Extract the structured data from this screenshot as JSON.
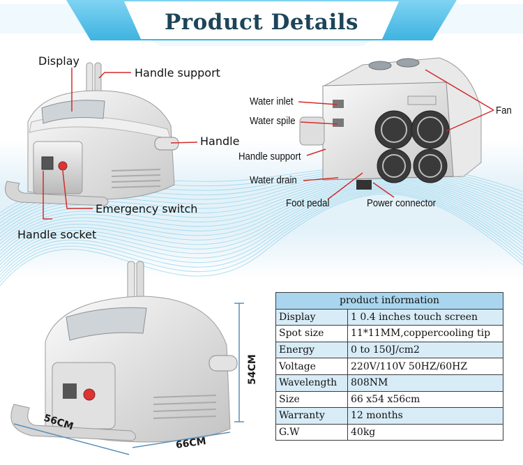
{
  "header": {
    "title": "Product Details",
    "band_color": "#5cc4ea",
    "title_color": "#1d4559"
  },
  "front_view_labels": {
    "display": "Display",
    "handle_support": "Handle support",
    "handle": "Handle",
    "emergency_switch": "Emergency switch",
    "handle_socket": "Handle socket"
  },
  "rear_view_labels": {
    "water_inlet": "Water inlet",
    "water_spile": "Water spile",
    "handle_support": "Handle support",
    "water_drain": "Water drain",
    "foot_pedal": "Foot pedal",
    "power_connector": "Power connector",
    "fan": "Fan"
  },
  "dimensions": {
    "depth": "56CM",
    "width": "66CM",
    "height": "54CM"
  },
  "product_information": {
    "title": "product information",
    "rows": [
      {
        "key": "Display",
        "value": "1 0.4 inches touch screen"
      },
      {
        "key": "Spot size",
        "value": "11*11MM,coppercooling tip"
      },
      {
        "key": "Energy",
        "value": " 0 to 150J/cm2"
      },
      {
        "key": "Voltage",
        "value": "220V/110V 50HZ/60HZ"
      },
      {
        "key": "Wavelength",
        "value": "808NM"
      },
      {
        "key": "Size",
        "value": "66 x54 x56cm"
      },
      {
        "key": "Warranty",
        "value": "12 months"
      },
      {
        "key": "G.W",
        "value": "40kg"
      }
    ]
  },
  "colors": {
    "leader_red": "#d42a2a",
    "table_header": "#a9d6ee",
    "table_shade": "#d8ecf7",
    "dim_line": "#5a8fb8"
  }
}
